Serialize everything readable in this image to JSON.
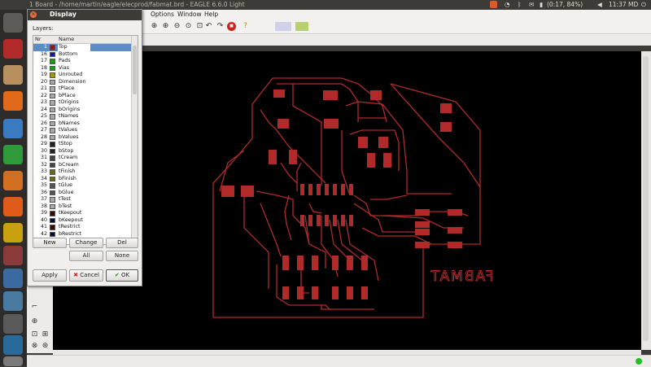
{
  "topbar": {
    "window_title": "1 Board - /home/martin/eagle/elecprod/fabmat.brd - EAGLE 6.6.0 Light",
    "battery": "(0:17, 84%)",
    "clock": "11:37 MD"
  },
  "menubar": {
    "items": [
      "Options",
      "Window",
      "Help"
    ]
  },
  "dialog": {
    "title": "Display",
    "layers_label": "Layers:",
    "col_nr": "Nr",
    "col_name": "Name",
    "layers": [
      {
        "nr": "1",
        "name": "Top",
        "color": "#8b1a1a"
      },
      {
        "nr": "16",
        "name": "Bottom",
        "color": "#1a1aa0"
      },
      {
        "nr": "17",
        "name": "Pads",
        "color": "#1a9a1a"
      },
      {
        "nr": "18",
        "name": "Vias",
        "color": "#1a9a1a"
      },
      {
        "nr": "19",
        "name": "Unrouted",
        "color": "#a09a10"
      },
      {
        "nr": "20",
        "name": "Dimension",
        "color": "#a8a8a8"
      },
      {
        "nr": "21",
        "name": "tPlace",
        "color": "#a8a8a8"
      },
      {
        "nr": "22",
        "name": "bPlace",
        "color": "#a8a8a8"
      },
      {
        "nr": "23",
        "name": "tOrigins",
        "color": "#a8a8a8"
      },
      {
        "nr": "24",
        "name": "bOrigins",
        "color": "#a8a8a8"
      },
      {
        "nr": "25",
        "name": "tNames",
        "color": "#a8a8a8"
      },
      {
        "nr": "26",
        "name": "bNames",
        "color": "#a8a8a8"
      },
      {
        "nr": "27",
        "name": "tValues",
        "color": "#a8a8a8"
      },
      {
        "nr": "28",
        "name": "bValues",
        "color": "#a8a8a8"
      },
      {
        "nr": "29",
        "name": "tStop",
        "color": "#222222"
      },
      {
        "nr": "30",
        "name": "bStop",
        "color": "#222222"
      },
      {
        "nr": "31",
        "name": "tCream",
        "color": "#444444"
      },
      {
        "nr": "32",
        "name": "bCream",
        "color": "#444444"
      },
      {
        "nr": "33",
        "name": "tFinish",
        "color": "#6a6a20"
      },
      {
        "nr": "34",
        "name": "bFinish",
        "color": "#6a6a20"
      },
      {
        "nr": "35",
        "name": "tGlue",
        "color": "#555555"
      },
      {
        "nr": "36",
        "name": "bGlue",
        "color": "#555555"
      },
      {
        "nr": "37",
        "name": "tTest",
        "color": "#a8a8a8"
      },
      {
        "nr": "38",
        "name": "bTest",
        "color": "#a8a8a8"
      },
      {
        "nr": "39",
        "name": "tKeepout",
        "color": "#3a0a0a"
      },
      {
        "nr": "40",
        "name": "bKeepout",
        "color": "#0a0a3a"
      },
      {
        "nr": "41",
        "name": "tRestrict",
        "color": "#3a0a0a"
      },
      {
        "nr": "42",
        "name": "bRestrict",
        "color": "#0a0a3a"
      }
    ],
    "btn_new": "New",
    "btn_change": "Change",
    "btn_del": "Del",
    "btn_all": "All",
    "btn_none": "None",
    "btn_apply": "Apply",
    "btn_cancel": "Cancel",
    "btn_ok": "OK"
  },
  "board": {
    "silk_text": "FABMAT",
    "trace_color": "#b02a2a",
    "background": "#000000"
  },
  "colors": {
    "accent_selection": "#5b8cc6",
    "panel": "#3c3b37"
  }
}
